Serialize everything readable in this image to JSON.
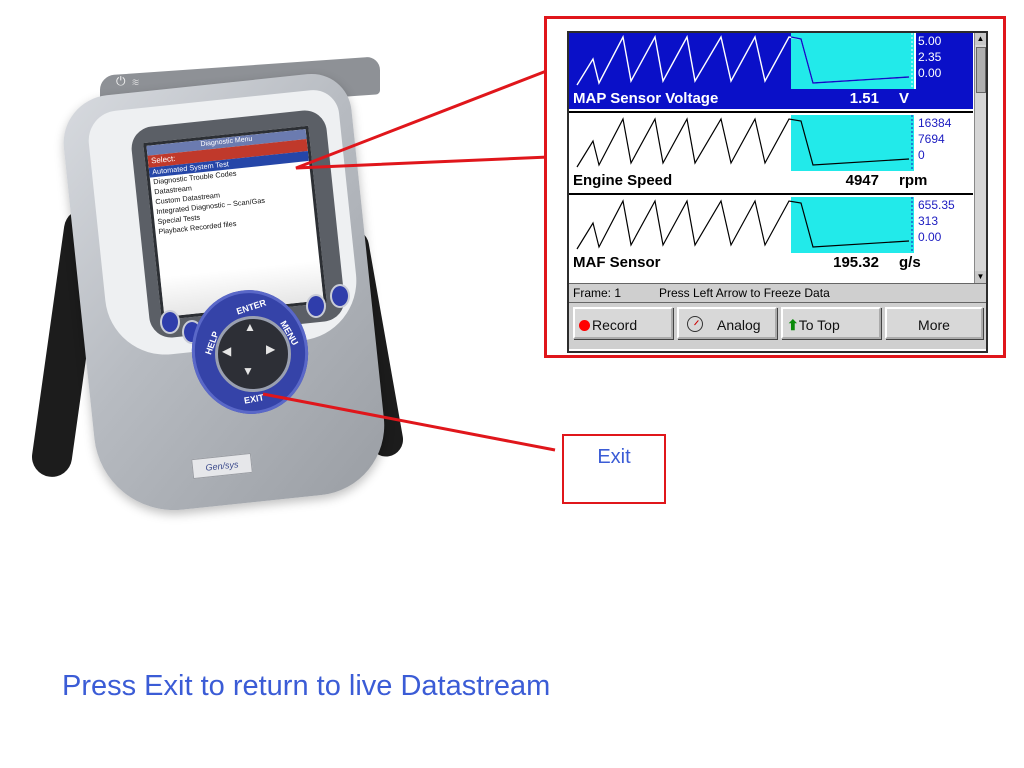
{
  "device": {
    "screen_title": "Diagnostic Menu",
    "select_label": "Select:",
    "menu_items": [
      "Automated System Test",
      "Diagnostic Trouble Codes",
      "Datastream",
      "Custom Datastream",
      "Integrated Diagnostic – Scan/Gas",
      "Special Tests",
      "Playback Recorded files"
    ],
    "selected_index": 0,
    "pad_labels": {
      "enter": "ENTER",
      "help": "HELP",
      "menu": "MENU",
      "exit": "EXIT"
    },
    "brand": "Gen/sys"
  },
  "datastream": {
    "rows": [
      {
        "name": "MAP Sensor Voltage",
        "value": "1.51",
        "unit": "V",
        "scale": [
          "5.00",
          "2.35",
          "0.00"
        ],
        "selected": true
      },
      {
        "name": "Engine Speed",
        "value": "4947",
        "unit": "rpm",
        "scale": [
          "16384",
          "7694",
          "0"
        ],
        "selected": false
      },
      {
        "name": "MAF Sensor",
        "value": "195.32",
        "unit": "g/s",
        "scale": [
          "655.35",
          "313",
          "0.00"
        ],
        "selected": false
      }
    ],
    "status": {
      "frame": "Frame: 1",
      "hint": "Press Left Arrow to Freeze Data"
    },
    "buttons": {
      "record": "Record",
      "analog": "Analog",
      "to_top": "To Top",
      "more": "More"
    },
    "colors": {
      "selected_bg": "#0a10c8",
      "freeze_region": "#22eaea",
      "callout": "#e0161b"
    }
  },
  "callout": {
    "exit_label": "Exit"
  },
  "caption": "Press Exit to return to live Datastream"
}
